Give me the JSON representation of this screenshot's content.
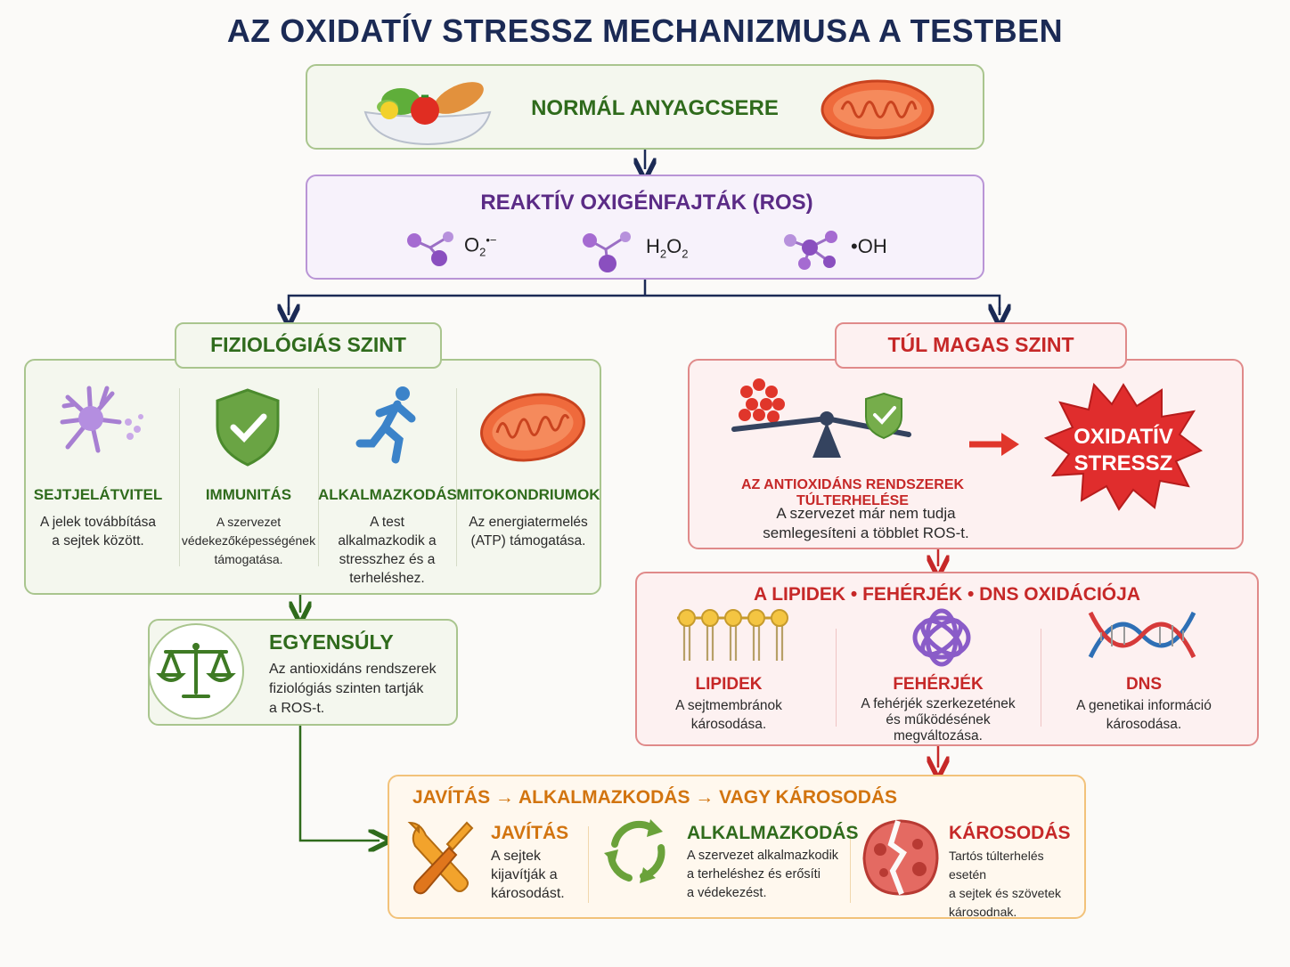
{
  "title": "AZ OXIDATÍV STRESSZ MECHANIZMUSA A TESTBEN",
  "normal": {
    "label": "NORMÁL ANYAGCSERE"
  },
  "ros": {
    "label": "REAKTÍV OXIGÉNFAJTÁK (ROS)",
    "molecules": [
      {
        "base": "O",
        "sub": "2",
        "sup": "•−"
      },
      {
        "part1": "H",
        "sub1": "2",
        "part2": "O",
        "sub2": "2"
      },
      {
        "text": "•OH"
      }
    ]
  },
  "physiological": {
    "tab": "FIZIOLÓGIÁS SZINT",
    "items": [
      {
        "title": "SEJTJELÁTVITEL",
        "desc": [
          "A jelek továbbítása",
          "a sejtek között."
        ]
      },
      {
        "title": "IMMUNITÁS",
        "desc": [
          "A szervezet",
          "védekezőképességének",
          "támogatása."
        ]
      },
      {
        "title": "ALKALMAZKODÁS",
        "desc": [
          "A test",
          "alkalmazkodik a",
          "stresszhez és a",
          "terheléshez."
        ]
      },
      {
        "title": "MITOKONDRIUMOK",
        "desc": [
          "Az energiatermelés",
          "(ATP) támogatása."
        ]
      }
    ]
  },
  "balance": {
    "title": "EGYENSÚLY",
    "desc": [
      "Az antioxidáns rendszerek",
      "fiziológiás szinten tartják",
      "a ROS-t."
    ]
  },
  "toohigh": {
    "tab": "TÚL MAGAS SZINT",
    "overload": "AZ ANTIOXIDÁNS RENDSZEREK TÚLTERHELÉSE",
    "desc": [
      "A szervezet már nem tudja",
      "semlegesíteni a többlet ROS-t."
    ],
    "stress": [
      "OXIDATÍV",
      "STRESSZ"
    ]
  },
  "oxidation": {
    "title": "A LIPIDEK • FEHÉRJÉK • DNS OXIDÁCIÓJA",
    "items": [
      {
        "title": "LIPIDEK",
        "desc": [
          "A sejtmembránok",
          "károsodása."
        ]
      },
      {
        "title": "FEHÉRJÉK",
        "desc": [
          "A fehérjék szerkezetének",
          "és működésének",
          "megváltozása."
        ]
      },
      {
        "title": "DNS",
        "desc": [
          "A genetikai információ",
          "károsodása."
        ]
      }
    ]
  },
  "outcome": {
    "title": "JAVÍTÁS → ALKALMAZKODÁS → VAGY KÁROSODÁS",
    "items": [
      {
        "title": "JAVÍTÁS",
        "desc": [
          "A sejtek",
          "kijavítják a",
          "károsodást."
        ]
      },
      {
        "title": "ALKALMAZKODÁS",
        "desc": [
          "A szervezet alkalmazkodik",
          "a terheléshez és erősíti",
          "a védekezést."
        ]
      },
      {
        "title": "KÁROSODÁS",
        "desc": [
          "Tartós túlterhelés esetén",
          "a sejtek és szövetek",
          "károsodnak."
        ]
      }
    ]
  },
  "colors": {
    "navy": "#1b2a55",
    "green": "#2f6b1c",
    "purple": "#5b2b86",
    "red": "#c62828",
    "orange": "#d2740f"
  }
}
